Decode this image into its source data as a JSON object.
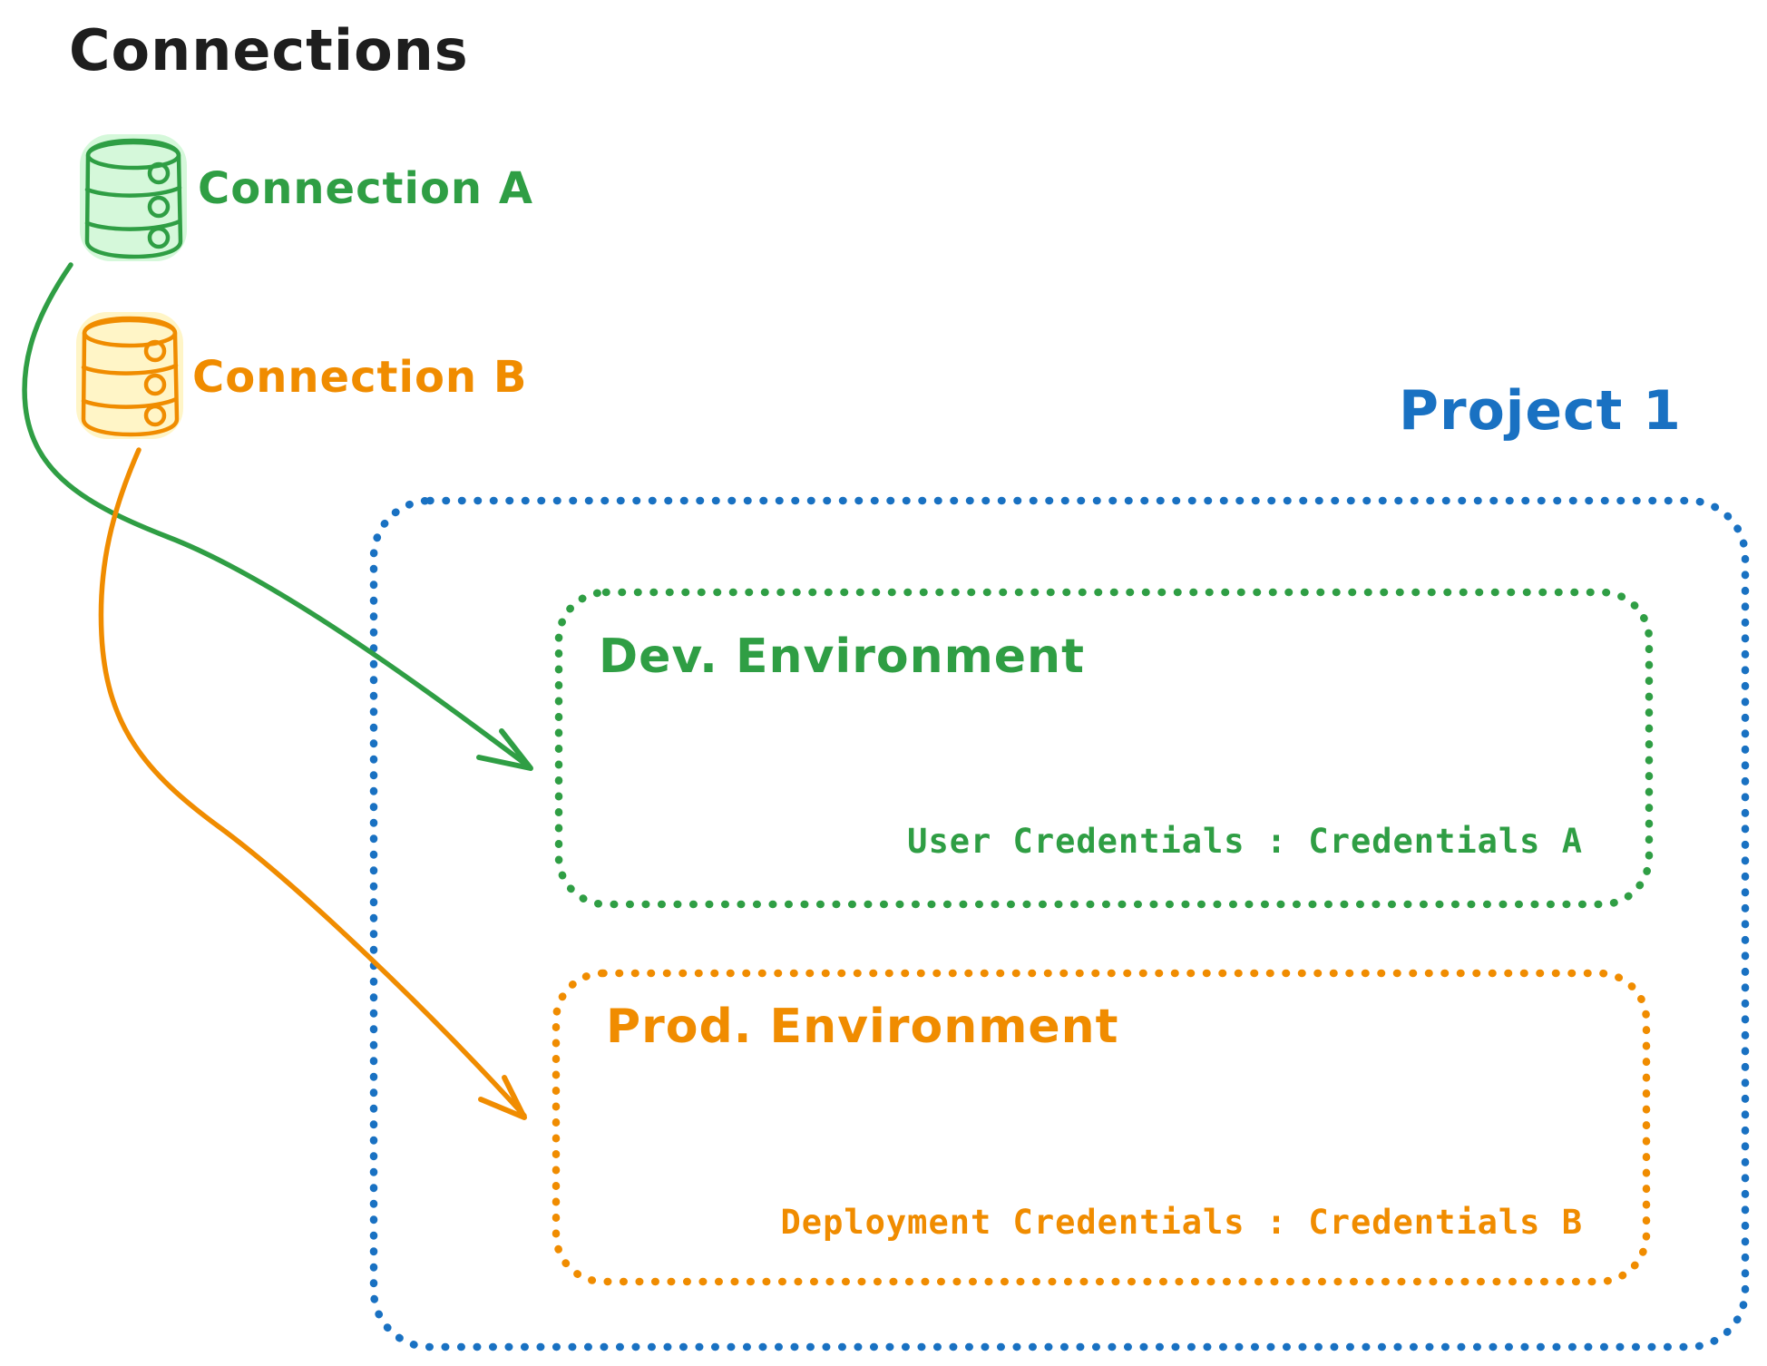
{
  "title": "Connections",
  "colors": {
    "ink": "#1e1e1e",
    "green": "#2f9e44",
    "green_fill": "#b2f2bb",
    "orange": "#f08c00",
    "orange_fill": "#ffec99",
    "blue": "#1971c2"
  },
  "connections": [
    {
      "label": "Connection A",
      "color": "#2f9e44"
    },
    {
      "label": "Connection B",
      "color": "#f08c00"
    }
  ],
  "project": {
    "label": "Project 1",
    "environments": [
      {
        "title": "Dev. Environment",
        "credential_line": "User Credentials : Credentials A"
      },
      {
        "title": "Prod. Environment",
        "credential_line": "Deployment Credentials : Credentials B"
      }
    ]
  }
}
